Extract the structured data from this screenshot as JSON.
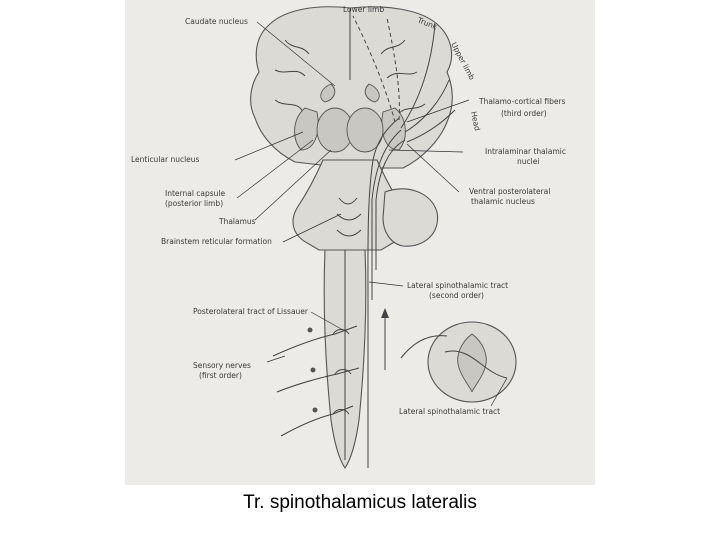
{
  "figure": {
    "labels": {
      "caudate_nucleus": "Caudate nucleus",
      "lower_limb": "Lower limb",
      "trunk": "Trunk",
      "upper_limb": "Upper limb",
      "head": "Head",
      "thalamocortical_1": "Thalamo-cortical fibers",
      "thalamocortical_2": "(third order)",
      "lenticular_nucleus": "Lenticular nucleus",
      "intralaminar_1": "Intralaminar thalamic",
      "intralaminar_2": "nuclei",
      "internal_capsule_1": "Internal capsule",
      "internal_capsule_2": "(posterior limb)",
      "ventral_posterolateral_1": "Ventral posterolateral",
      "ventral_posterolateral_2": "thalamic nucleus",
      "thalamus": "Thalamus",
      "brainstem_reticular": "Brainstem reticular formation",
      "lateral_st_tract_1": "Lateral spinothalamic tract",
      "lateral_st_tract_2": "(second order)",
      "posterolateral_tract": "Posterolateral tract of Lissauer",
      "sensory_nerves_1": "Sensory nerves",
      "sensory_nerves_2": "(first order)",
      "lateral_st_tract_cord": "Lateral spinothalamic tract"
    }
  },
  "caption": "Tr. spinothalamicus lateralis"
}
